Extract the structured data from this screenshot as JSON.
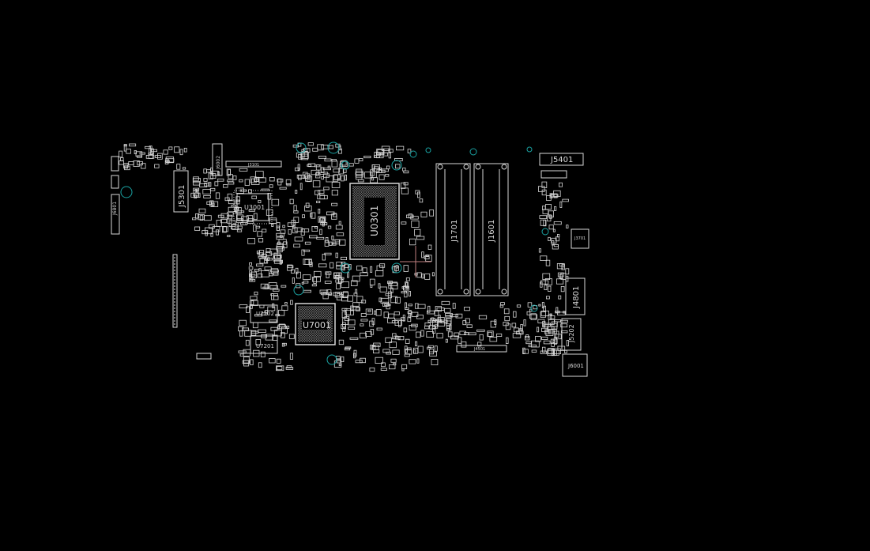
{
  "viewer": {
    "background": "#000000",
    "outline_color": "#d8d8d8",
    "via_color": "#1aa3a3",
    "cursor_color": "#c08080"
  },
  "board": {
    "labels": {
      "J5301": "J5301",
      "J6002": "J6002",
      "J6801": "J6801",
      "U3001": "U3001",
      "U0301": "U0301",
      "J1701": "J1701",
      "J1601": "J1601",
      "J5401": "J5401",
      "U7001": "U7001",
      "U7202": "U7202",
      "U7201": "U7201",
      "J4801": "J4801",
      "J5202": "J5202",
      "J6001": "J6001",
      "J4501": "J4501",
      "J3701": "J3701",
      "J3101": "J3101"
    }
  }
}
